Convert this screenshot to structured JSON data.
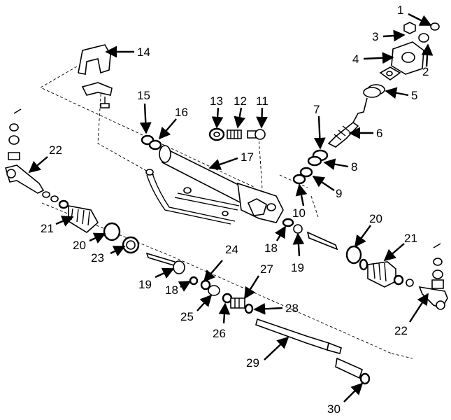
{
  "labels": {
    "l1": "1",
    "l2": "2",
    "l3": "3",
    "l4": "4",
    "l5": "5",
    "l6": "6",
    "l7": "7",
    "l8": "8",
    "l9": "9",
    "l10": "10",
    "l11": "11",
    "l12": "12",
    "l13": "13",
    "l14": "14",
    "l15": "15",
    "l16": "16",
    "l17": "17",
    "l18a": "18",
    "l18b": "18",
    "l19a": "19",
    "l19b": "19",
    "l20a": "20",
    "l20b": "20",
    "l21a": "21",
    "l21b": "21",
    "l22a": "22",
    "l22b": "22",
    "l23": "23",
    "l24": "24",
    "l25": "25",
    "l26": "26",
    "l27": "27",
    "l28": "28",
    "l29": "29",
    "l30": "30"
  }
}
